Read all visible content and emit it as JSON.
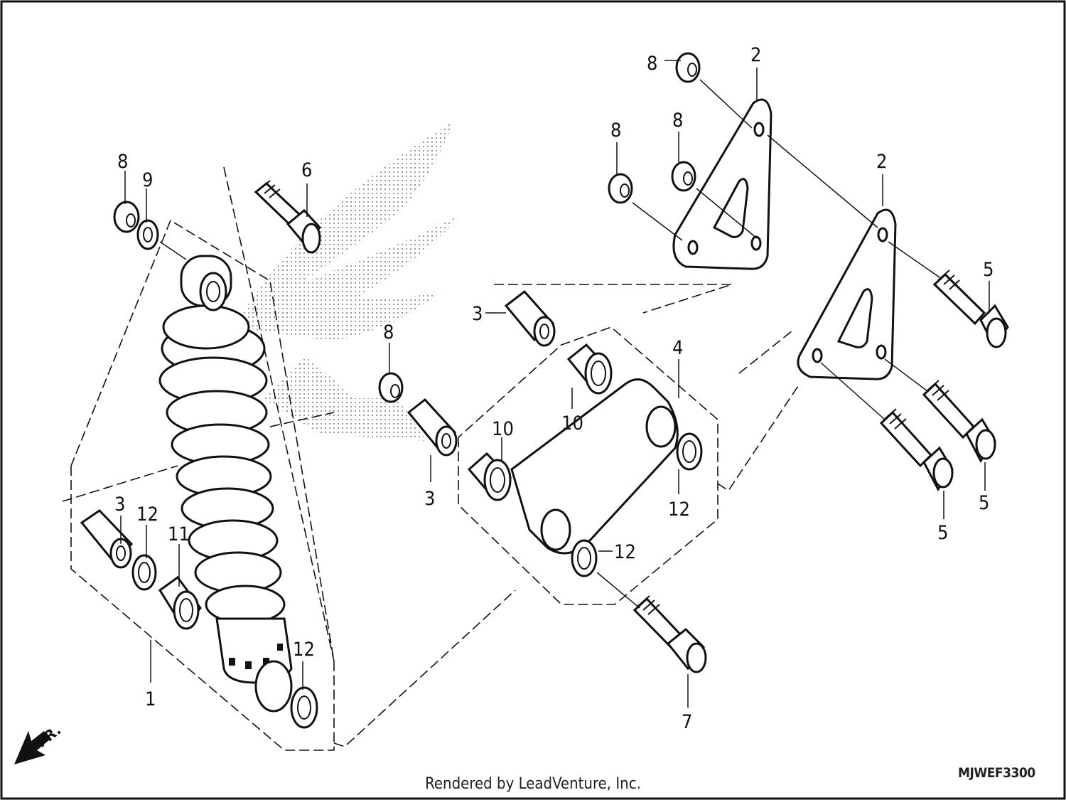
{
  "diagram": {
    "callouts": [
      {
        "id": "c8a",
        "label": "8"
      },
      {
        "id": "c9",
        "label": "9"
      },
      {
        "id": "c6",
        "label": "6"
      },
      {
        "id": "c8b",
        "label": "8"
      },
      {
        "id": "c2a",
        "label": "2"
      },
      {
        "id": "c8c",
        "label": "8"
      },
      {
        "id": "c8d",
        "label": "8"
      },
      {
        "id": "c2b",
        "label": "2"
      },
      {
        "id": "c5a",
        "label": "5"
      },
      {
        "id": "c3a",
        "label": "3"
      },
      {
        "id": "c8e",
        "label": "8"
      },
      {
        "id": "c4",
        "label": "4"
      },
      {
        "id": "c10a",
        "label": "10"
      },
      {
        "id": "c10b",
        "label": "10"
      },
      {
        "id": "c3b",
        "label": "3"
      },
      {
        "id": "c12a",
        "label": "12"
      },
      {
        "id": "c12b",
        "label": "12"
      },
      {
        "id": "c3c",
        "label": "3"
      },
      {
        "id": "c12c",
        "label": "12"
      },
      {
        "id": "c11",
        "label": "11"
      },
      {
        "id": "c12d",
        "label": "12"
      },
      {
        "id": "c1",
        "label": "1"
      },
      {
        "id": "c7",
        "label": "7"
      },
      {
        "id": "c5b",
        "label": "5"
      },
      {
        "id": "c5c",
        "label": "5"
      }
    ],
    "direction_marker": "FR.",
    "drawing_code": "MJWEF3300",
    "icons": {
      "direction_arrow": "front-arrow-icon",
      "logo": "honda-wing-watermark"
    }
  },
  "footer": {
    "text": "Rendered by LeadVenture, Inc."
  }
}
